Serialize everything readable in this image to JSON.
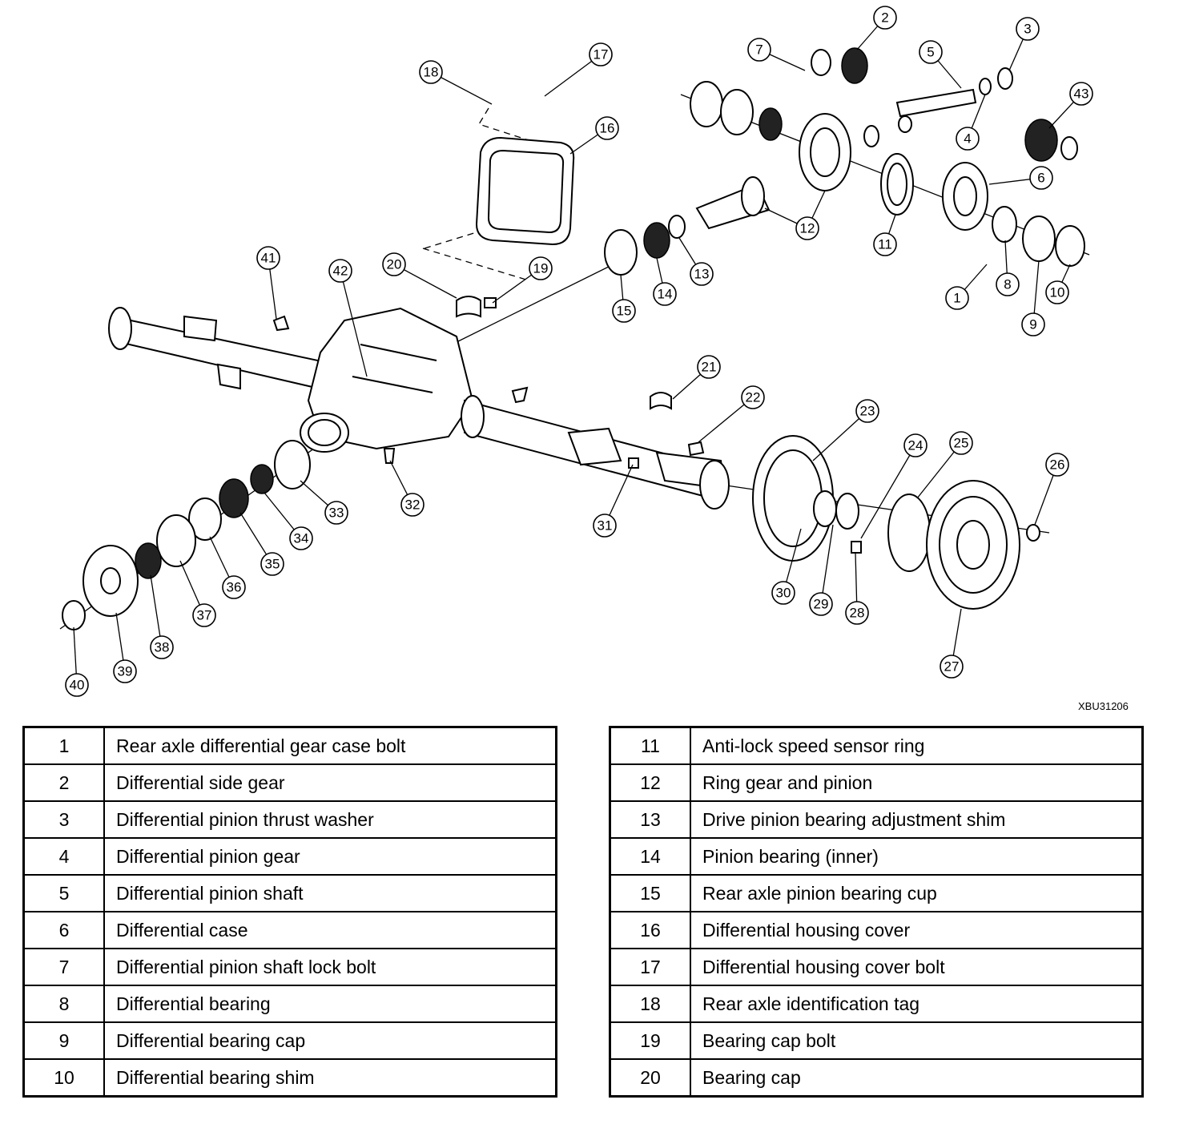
{
  "diagram": {
    "code": "XBU31206",
    "callouts": [
      "1",
      "2",
      "3",
      "4",
      "5",
      "6",
      "7",
      "8",
      "9",
      "10",
      "11",
      "12",
      "13",
      "14",
      "15",
      "16",
      "17",
      "18",
      "19",
      "20",
      "21",
      "22",
      "23",
      "24",
      "25",
      "26",
      "27",
      "28",
      "29",
      "30",
      "31",
      "32",
      "33",
      "34",
      "35",
      "36",
      "37",
      "38",
      "39",
      "40",
      "41",
      "42",
      "43"
    ]
  },
  "legend_left": [
    {
      "num": "1",
      "desc": "Rear axle differential gear case bolt"
    },
    {
      "num": "2",
      "desc": "Differential side gear"
    },
    {
      "num": "3",
      "desc": "Differential pinion thrust washer"
    },
    {
      "num": "4",
      "desc": "Differential pinion gear"
    },
    {
      "num": "5",
      "desc": "Differential pinion shaft"
    },
    {
      "num": "6",
      "desc": "Differential case"
    },
    {
      "num": "7",
      "desc": "Differential pinion shaft lock bolt"
    },
    {
      "num": "8",
      "desc": "Differential bearing"
    },
    {
      "num": "9",
      "desc": "Differential bearing cap"
    },
    {
      "num": "10",
      "desc": "Differential bearing shim"
    }
  ],
  "legend_right": [
    {
      "num": "11",
      "desc": "Anti-lock speed sensor ring"
    },
    {
      "num": "12",
      "desc": "Ring gear and pinion"
    },
    {
      "num": "13",
      "desc": "Drive pinion bearing adjustment shim"
    },
    {
      "num": "14",
      "desc": "Pinion bearing (inner)"
    },
    {
      "num": "15",
      "desc": "Rear axle pinion bearing cup"
    },
    {
      "num": "16",
      "desc": "Differential housing cover"
    },
    {
      "num": "17",
      "desc": "Differential housing cover bolt"
    },
    {
      "num": "18",
      "desc": "Rear axle identification tag"
    },
    {
      "num": "19",
      "desc": "Bearing cap bolt"
    },
    {
      "num": "20",
      "desc": "Bearing cap"
    }
  ]
}
